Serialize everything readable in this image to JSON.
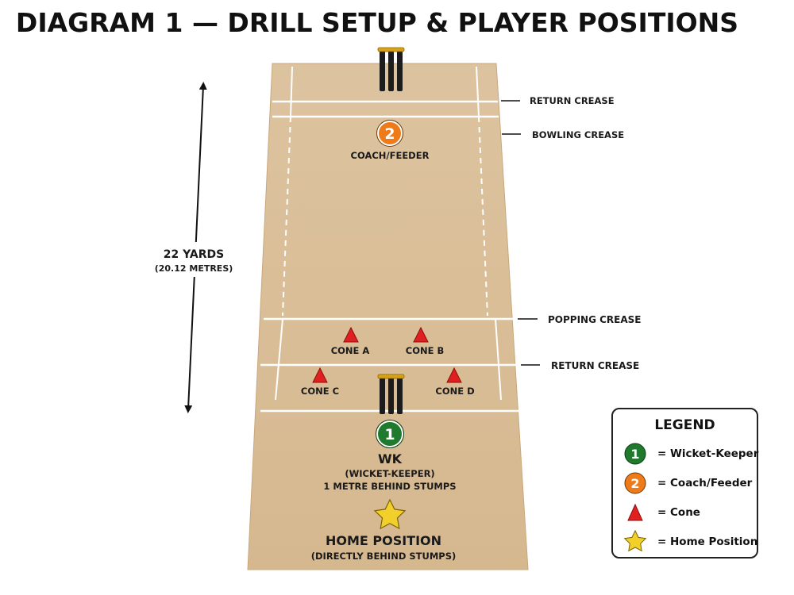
{
  "title": "DIAGRAM 1 — DRILL SETUP & PLAYER POSITIONS",
  "distance": {
    "primary": "22 YARDS",
    "secondary": "(20.12 METRES)"
  },
  "crease_labels": {
    "return_top": "RETURN CREASE",
    "bowling": "BOWLING CREASE",
    "popping": "POPPING CREASE",
    "return_bottom": "RETURN CREASE"
  },
  "players": {
    "coach": {
      "number": "2",
      "label": "COACH/FEEDER"
    },
    "keeper": {
      "number": "1",
      "label": "WK",
      "sublabel_1": "(WICKET-KEEPER)",
      "sublabel_2": "1 METRE BEHIND STUMPS"
    }
  },
  "cones": {
    "a": "CONE A",
    "b": "CONE B",
    "c": "CONE C",
    "d": "CONE D"
  },
  "home": {
    "label": "HOME POSITION",
    "sublabel": "(DIRECTLY BEHIND STUMPS)"
  },
  "legend": {
    "title": "LEGEND",
    "items": [
      {
        "symbol": "1",
        "text": "= Wicket-Keeper"
      },
      {
        "symbol": "2",
        "text": "= Coach/Feeder"
      },
      {
        "symbol": "",
        "text": "= Cone"
      },
      {
        "symbol": "",
        "text": "= Home Position"
      }
    ]
  },
  "colors": {
    "pitch": "#dcc09a",
    "keeper_green": "#1f7a2e",
    "coach_orange": "#ef7a1a",
    "cone_red": "#e02020",
    "star_yellow": "#f2cf2a",
    "bails": "#d6a21a"
  }
}
